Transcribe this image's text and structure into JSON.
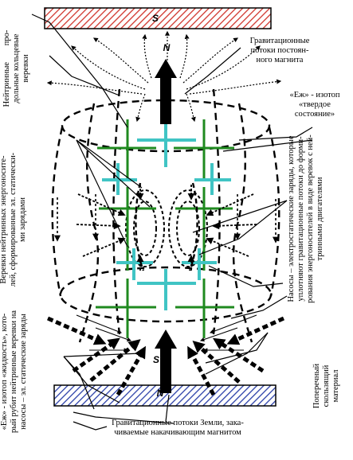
{
  "poles": {
    "top_magnet": "S",
    "top_arrow": "N",
    "bottom_arrow": "S",
    "bottom_magnet": "N"
  },
  "labels": {
    "grav_flows_permanent": [
      "Гравитационные",
      "потоки постоян-",
      "ного магнита"
    ],
    "ezh_solid": [
      "«Еж» - изотоп",
      "«твердое",
      "состояние»"
    ],
    "neutrino_rings": [
      "Нейтринные",
      "про-",
      "дольные   кольцевые",
      "веревки"
    ],
    "neutrino_ropes_energy": [
      "Веревки нейтринных энергоносите-",
      "лей, сформированные эл. статически-",
      "ми зарядами"
    ],
    "pumps": [
      "Насосы – электростатические заряды, которые",
      "уплотняют гравитационные потоки до форми-",
      "рования энергоносителей в виде веревок с ней-",
      "тринными двигателями"
    ],
    "transverse_screen": [
      "Поперечный",
      "скользящий",
      "материал"
    ],
    "ezh_liquid": [
      "«Еж» - изотоп «жидкость», кото-",
      "рый рубит нейтринные веревки на",
      "насосы – эл. статические заряды"
    ],
    "earth_flows": [
      "Гравитационные потоки Земли, зака-",
      "чиваемые накачивающим магнитом"
    ]
  },
  "colors": {
    "top_magnet": "#d0342c",
    "bottom_magnet": "#2a3fa8",
    "green_cross": "#1f8a1f",
    "cyan_cross": "#40c4c4",
    "ink": "#000000"
  }
}
